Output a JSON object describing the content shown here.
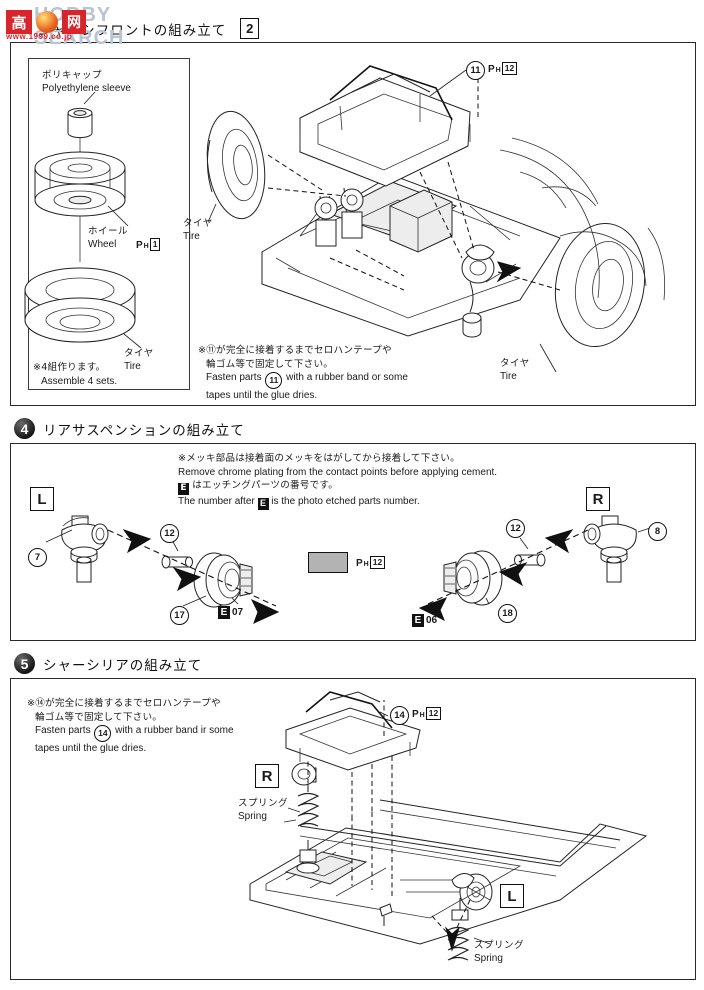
{
  "watermark": {
    "brand": "HOBBY SEARCH",
    "logo_left": "高",
    "logo_right": "网",
    "url": "www.1999.co.jp"
  },
  "steps": [
    {
      "id": "step2",
      "number": "2",
      "title_jp": "シャーシフロントの組み立て",
      "number_boxed": "2",
      "inset": {
        "labels": [
          {
            "jp": "ポリキャップ",
            "en": "Polyethylene sleeve"
          },
          {
            "jp": "ホイール",
            "en": "Wheel"
          },
          {
            "jp": "タイヤ",
            "en": "Tire"
          }
        ],
        "wheel_badge": {
          "p": "P",
          "h": "H",
          "n": "1"
        },
        "footnote": {
          "jp": "※4組作ります。",
          "en": "Assemble 4 sets."
        }
      },
      "diagram_labels": [
        {
          "jp": "タイヤ",
          "en": "Tire"
        },
        {
          "jp": "タイヤ",
          "en": "Tire"
        }
      ],
      "part_callouts": [
        "11"
      ],
      "badges": [
        {
          "p": "P",
          "h": "H",
          "n": "12"
        }
      ],
      "note": {
        "jp_line1": "※⑪が完全に接着するまでセロハンテープや",
        "jp_line2": "輪ゴム等で固定して下さい。",
        "en_line1_a": "Fasten parts",
        "en_part": "11",
        "en_line1_b": "with a rubber band or some",
        "en_line2": "tapes until the glue dries."
      }
    },
    {
      "id": "step4",
      "number": "4",
      "title_jp": "リアサスペンションの組み立て",
      "note": {
        "jp_line1": "※メッキ部品は接着面のメッキをはがしてから接着して下さい。",
        "en_line1": "Remove chrome plating from the contact points before applying cement.",
        "jp_line2_a": "E",
        "jp_line2_b": "はエッチングパーツの番号です。",
        "en_line2_a": "The number after",
        "en_line2_b": "is the photo etched parts  number."
      },
      "side_left": "L",
      "side_right": "R",
      "parts_left": [
        "7",
        "12",
        "17"
      ],
      "etched_left": {
        "e": "E",
        "n": "07"
      },
      "parts_right": [
        "12",
        "8",
        "18"
      ],
      "etched_right": {
        "e": "E",
        "n": "06"
      },
      "swatch_badge": {
        "p": "P",
        "h": "H",
        "n": "12"
      },
      "swatch_color": "#b3b3b3"
    },
    {
      "id": "step5",
      "number": "5",
      "title_jp": "シャーシリアの組み立て",
      "note": {
        "jp_line1": "※⑭が完全に接着するまでセロハンテープや",
        "jp_line2": "輪ゴム等で固定して下さい。",
        "en_line1_a": "Fasten parts",
        "en_part": "14",
        "en_line1_b": "with a rubber band ir some",
        "en_line2": "tapes until the glue dries."
      },
      "part_callouts": [
        "14"
      ],
      "badges": [
        {
          "p": "P",
          "h": "H",
          "n": "12"
        }
      ],
      "side_right": "R",
      "side_left": "L",
      "spring_labels": [
        {
          "jp": "スプリング",
          "en": "Spring"
        },
        {
          "jp": "スプリング",
          "en": "Spring"
        }
      ]
    }
  ]
}
